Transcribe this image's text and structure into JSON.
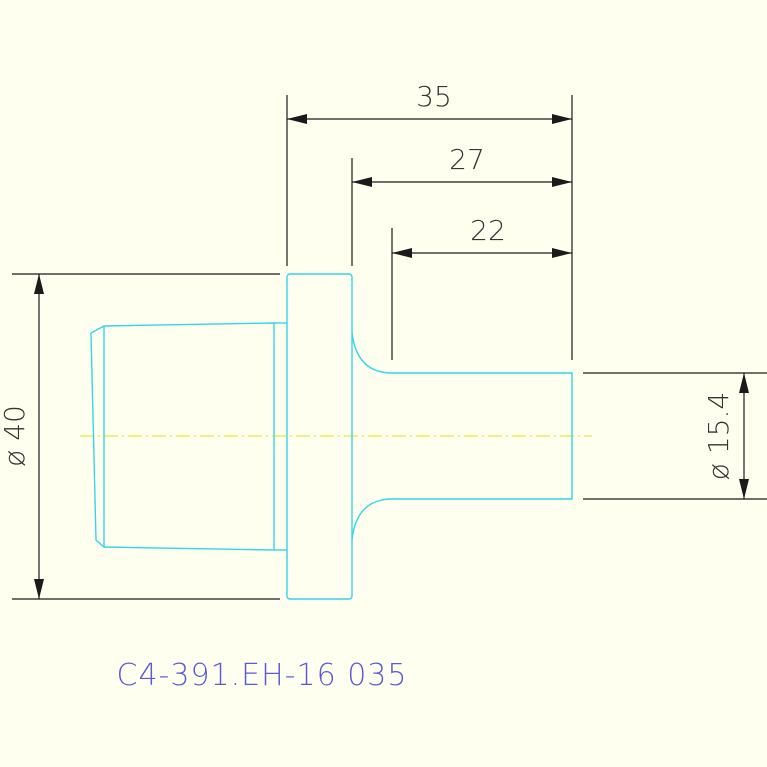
{
  "drawing": {
    "part_number": "C4-391.EH-16 035",
    "dimensions": {
      "overall_length": "35",
      "flange_to_end": "27",
      "shank_length": "22",
      "head_diameter": "ø 40",
      "shank_diameter": "ø 15.4"
    },
    "colors": {
      "background": "#fffff0",
      "outline": "#33d6e6",
      "dimension_lines": "#1a1a1a",
      "centerline": "#e8e640",
      "part_number_text": "#5a5ad8"
    }
  }
}
